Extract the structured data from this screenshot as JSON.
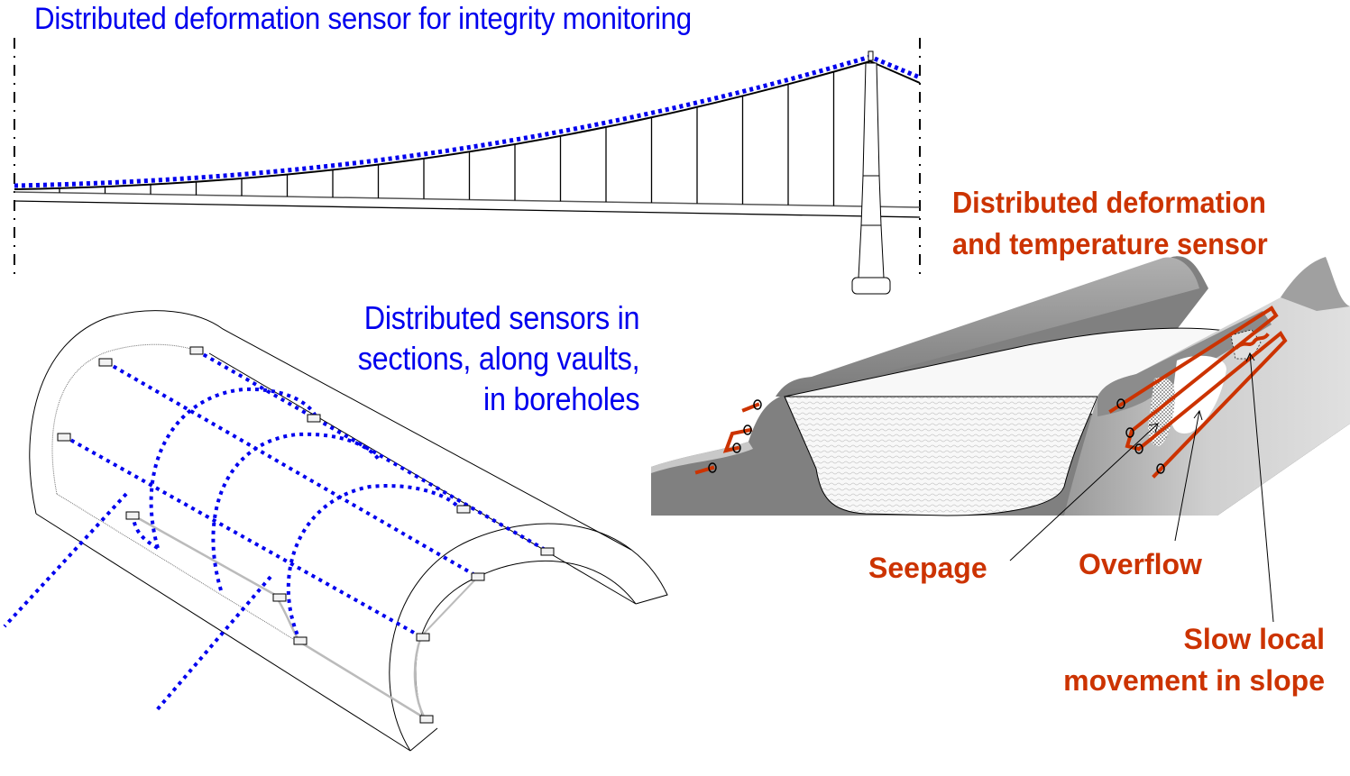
{
  "panels": {
    "bridge": {
      "title": "Distributed deformation sensor for integrity monitoring",
      "sensor_color": "#0000ee",
      "sensor_style": "dotted line along main cable"
    },
    "tunnel": {
      "title_lines": [
        "Distributed sensors in",
        "sections, along vaults,",
        "in boreholes"
      ],
      "sensor_color": "#0000ee",
      "sensor_placements": [
        "sections",
        "along vaults",
        "in boreholes"
      ]
    },
    "dam": {
      "title_lines": [
        "Distributed deformation",
        "and temperature sensor"
      ],
      "sensor_color": "#cc3300",
      "annotations": {
        "seepage": "Seepage",
        "overflow": "Overflow",
        "slow_movement_lines": [
          "Slow local",
          "movement in slope"
        ]
      }
    }
  }
}
